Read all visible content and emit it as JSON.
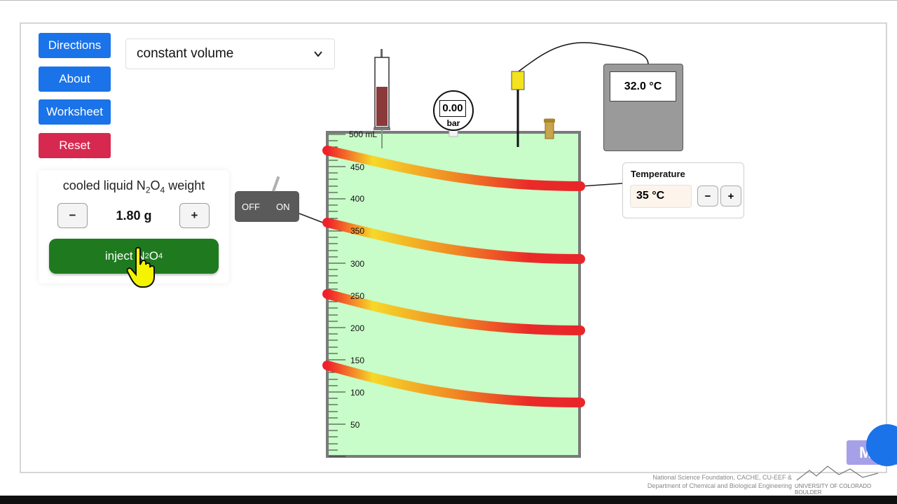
{
  "buttons": {
    "directions": "Directions",
    "about": "About",
    "worksheet": "Worksheet",
    "reset": "Reset"
  },
  "mode_select": {
    "value": "constant volume"
  },
  "injection": {
    "title_prefix": "cooled liquid N",
    "title_sub1": "2",
    "title_mid": "O",
    "title_sub2": "4",
    "title_suffix": " weight",
    "minus": "−",
    "plus": "+",
    "weight": "1.80 g",
    "inject_label": "inject N",
    "inject_sub1": "2",
    "inject_o": "O",
    "inject_sub2": "4"
  },
  "heater_switch": {
    "off": "OFF",
    "on": "ON"
  },
  "pressure_gauge": {
    "value": "0.00",
    "unit": "bar"
  },
  "thermometer": {
    "reading": "32.0 °C"
  },
  "temperature_control": {
    "title": "Temperature",
    "value": "35 °C",
    "minus": "−",
    "plus": "+"
  },
  "vessel": {
    "scale_labels": [
      "500 mL",
      "450",
      "400",
      "350",
      "300",
      "250",
      "200",
      "150",
      "100",
      "50"
    ],
    "liquid_color": "#c8fcc8",
    "coil_color": "#e8262a"
  },
  "footer": {
    "line1": "National Science Foundation, CACHE, CU-EEF &",
    "line2": "Department of Chemical and Biological Engineering",
    "logo_text": "UNIVERSITY OF COLORADO BOULDER"
  },
  "more_button": {
    "label": "Mon"
  }
}
